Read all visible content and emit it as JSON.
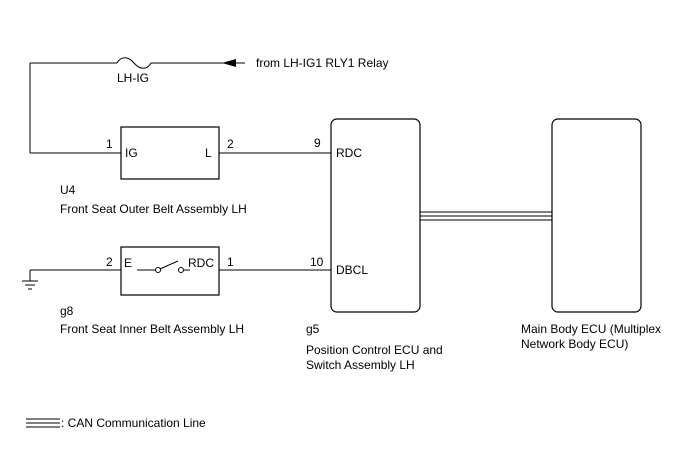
{
  "source": {
    "label": "from LH-IG1 RLY1 Relay",
    "fuse": "LH-IG"
  },
  "u4": {
    "code": "U4",
    "name": "Front Seat Outer Belt Assembly LH",
    "pin_ig_number": "1",
    "pin_ig_label": "IG",
    "pin_l_number": "2",
    "pin_l_label": "L"
  },
  "g8": {
    "code": "g8",
    "name": "Front Seat Inner Belt Assembly LH",
    "pin_e_number": "2",
    "pin_e_label": "E",
    "pin_rdc_number": "1",
    "pin_rdc_label": "RDC"
  },
  "g5": {
    "code": "g5",
    "name_line1": "Position Control ECU and",
    "name_line2": "Switch Assembly LH",
    "pin_rdc_number": "9",
    "pin_rdc_label": "RDC",
    "pin_dbcl_number": "10",
    "pin_dbcl_label": "DBCL"
  },
  "main_body": {
    "name_line1": "Main Body ECU (Multiplex",
    "name_line2": "Network Body ECU)"
  },
  "legend": {
    "can_line": ": CAN Communication Line"
  }
}
